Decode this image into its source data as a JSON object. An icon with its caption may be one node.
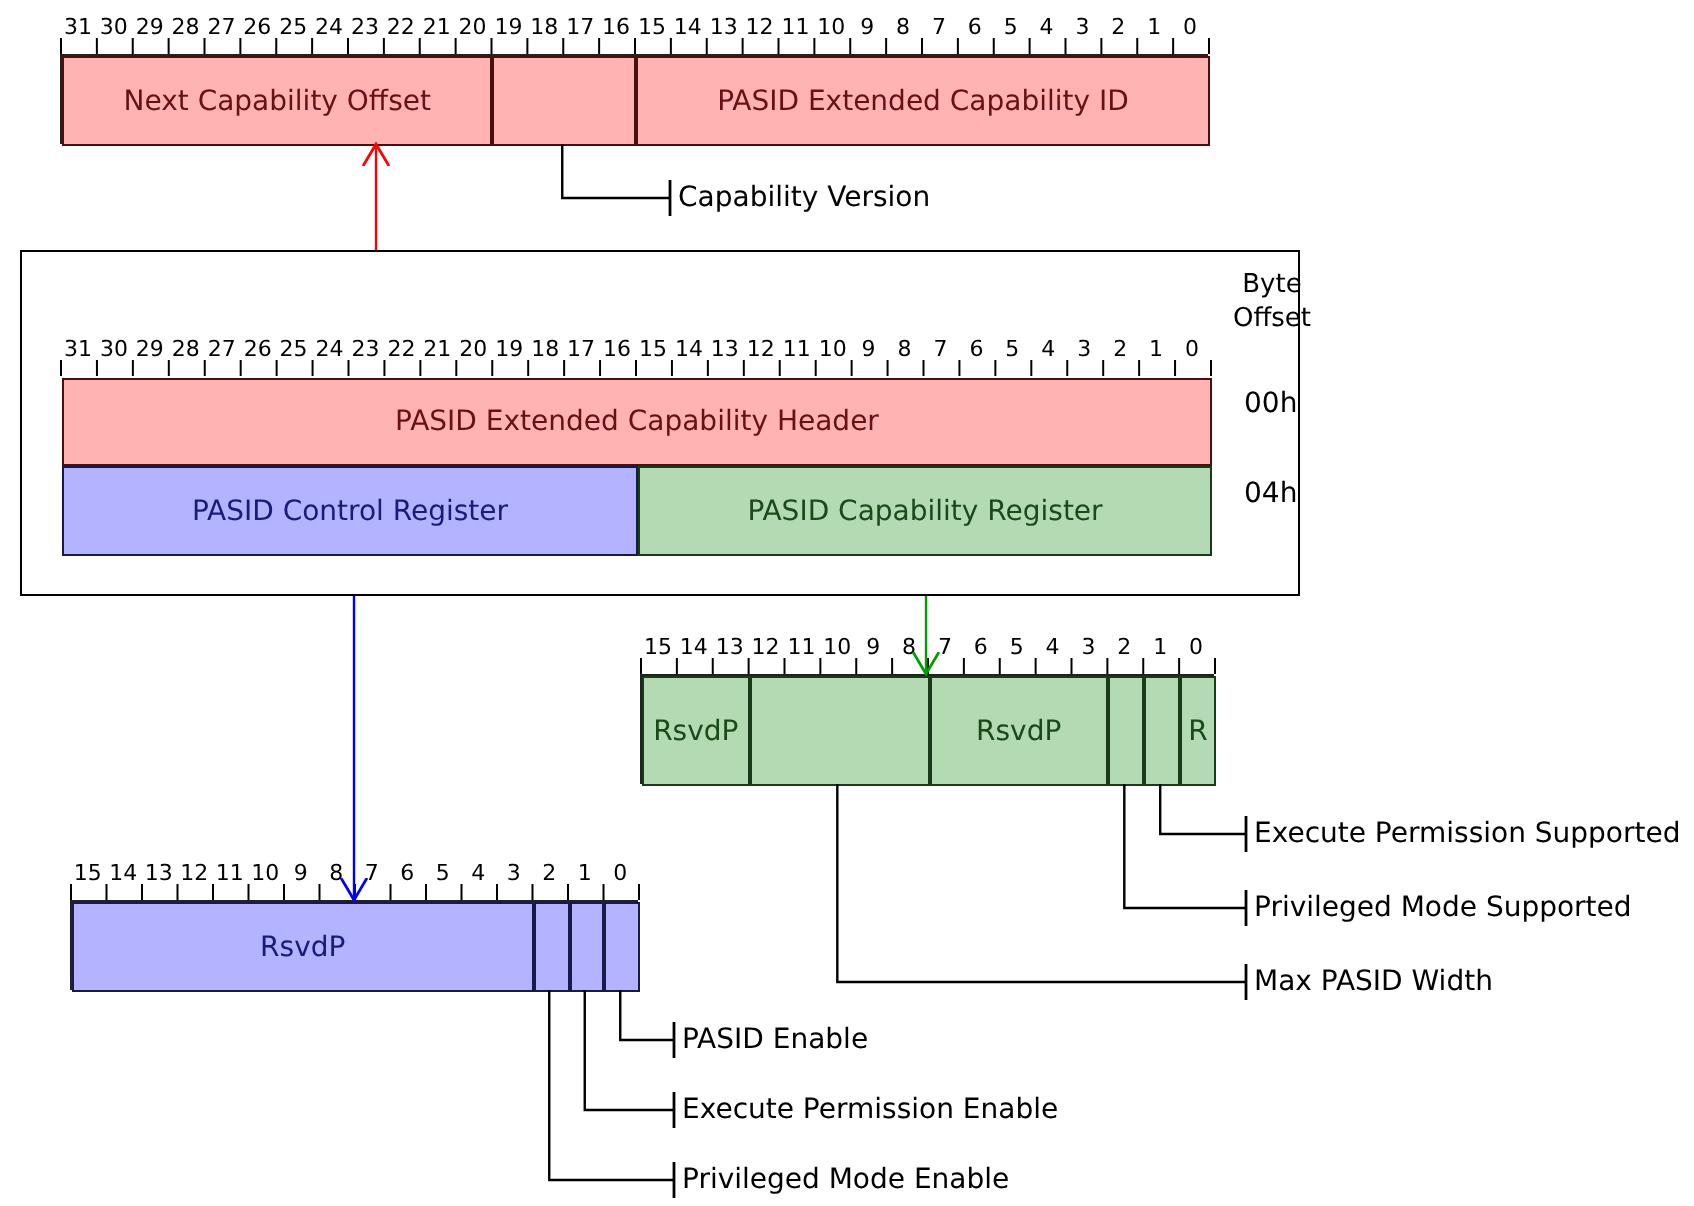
{
  "diagram": {
    "nodes": [
      {
        "text": [],
        "shape": "bar",
        "beside": [
          "31",
          "30",
          "29",
          "28",
          "27",
          "26",
          "25",
          "24",
          "23",
          "22",
          "21",
          "20",
          "19",
          "18",
          "17",
          "16",
          "15",
          "14",
          "13",
          "12",
          "11",
          "10",
          "9",
          "8",
          "7",
          "6",
          "5",
          "4",
          "3",
          "2",
          "1",
          "0"
        ]
      },
      {
        "text": [
          "Next Capability Offset"
        ],
        "in": 0
      },
      {
        "text": [],
        "shape": "box",
        "in": 0
      },
      {
        "text": [
          "PASID Extended Capability ID"
        ],
        "in": 0
      },
      {
        "text": [
          "Capability Version"
        ]
      },
      {
        "text": [
          "Byte Offset"
        ]
      },
      {
        "text": [
          "PASID Extended Capability Header"
        ],
        "in": 5,
        "beside": [
          "00h"
        ]
      },
      {
        "text": [
          "PASID Control Register"
        ],
        "in": 5
      },
      {
        "text": [
          "PASID Capability Register"
        ],
        "in": 5,
        "beside": [
          "04h"
        ]
      },
      {
        "text": [],
        "shape": "bar",
        "beside": [
          "15",
          "14",
          "13",
          "12",
          "11",
          "10",
          "9",
          "8",
          "7",
          "6",
          "5",
          "4",
          "3",
          "2",
          "1",
          "0"
        ]
      },
      {
        "text": [
          "RsvdP"
        ],
        "in": 9
      },
      {
        "text": [],
        "shape": "box",
        "in": 9
      },
      {
        "text": [
          "RsvdP"
        ],
        "in": 9
      },
      {
        "text": [],
        "shape": "box",
        "in": 9
      },
      {
        "text": [],
        "shape": "box",
        "in": 9
      },
      {
        "text": [
          "R"
        ],
        "in": 9
      },
      {
        "text": [
          "Execute Permission Supported"
        ]
      },
      {
        "text": [
          "Privileged Mode Supported"
        ]
      },
      {
        "text": [
          "Max PASID Width"
        ]
      },
      {
        "text": [],
        "shape": "bar",
        "beside": [
          "15",
          "14",
          "13",
          "12",
          "11",
          "10",
          "9",
          "8",
          "7",
          "6",
          "5",
          "4",
          "3",
          "2",
          "1",
          "0"
        ]
      },
      {
        "text": [
          "RsvdP"
        ],
        "in": 19
      },
      {
        "text": [],
        "shape": "box",
        "in": 19
      },
      {
        "text": [],
        "shape": "box",
        "in": 19
      },
      {
        "text": [],
        "shape": "box",
        "in": 19
      },
      {
        "text": [
          "PASID Enable"
        ]
      },
      {
        "text": [
          "Execute Permission Enable"
        ]
      },
      {
        "text": [
          "Privileged Mode Enable"
        ]
      }
    ],
    "edges": [
      {
        "from": 5,
        "to": 0,
        "arrow": "to",
        "color": "#ff0000"
      },
      {
        "from": 5,
        "to": 9,
        "arrow": "to",
        "color": "#00a000"
      },
      {
        "from": 5,
        "to": 19,
        "arrow": "to",
        "color": "#0000ff"
      },
      {
        "from": 4,
        "to": 2,
        "arrow": "other"
      },
      {
        "from": 16,
        "to": 14,
        "arrow": "other"
      },
      {
        "from": 17,
        "to": 13,
        "arrow": "other"
      },
      {
        "from": 18,
        "to": 11,
        "arrow": "other"
      },
      {
        "from": 24,
        "to": 23,
        "arrow": "other"
      },
      {
        "from": 25,
        "to": 22,
        "arrow": "other"
      },
      {
        "from": 26,
        "to": 21,
        "arrow": "other"
      }
    ],
    "labels": [
      "31",
      "30",
      "29",
      "28",
      "27",
      "26",
      "25",
      "24",
      "23",
      "22",
      "21",
      "20",
      "19",
      "18",
      "17",
      "16",
      "15",
      "14",
      "13",
      "12",
      "11",
      "10",
      "9",
      "8",
      "7",
      "6",
      "5",
      "4",
      "3",
      "2",
      "1",
      "0"
    ]
  }
}
